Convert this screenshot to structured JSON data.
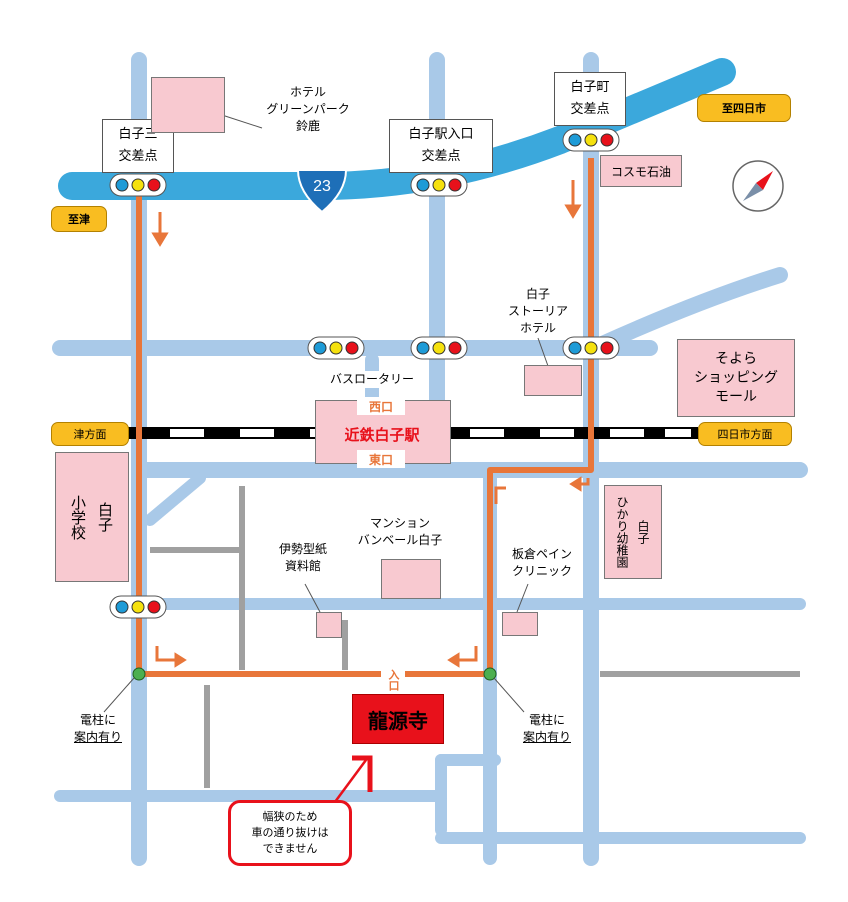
{
  "highway": {
    "number": "23"
  },
  "intersections": {
    "shiroko_san": {
      "line1": "白子三",
      "line2": "交差点"
    },
    "shiroko_eki_iriguchi": {
      "line1": "白子駅入口",
      "line2": "交差点"
    },
    "shiroko_cho": {
      "line1": "白子町",
      "line2": "交差点"
    }
  },
  "directions": {
    "to_tsu": "至津",
    "to_yokkaichi": "至四日市",
    "tsu_side": "津方面",
    "yokkaichi_side": "四日市方面"
  },
  "station": {
    "name": "近鉄白子駅",
    "west_exit": "西口",
    "east_exit": "東口",
    "bus_rotary": "バスロータリー"
  },
  "landmarks": {
    "hotel_green_park": [
      "ホテル",
      "グリーンパーク",
      "鈴鹿"
    ],
    "cosmo_oil": "コスモ石油",
    "story_hotel": [
      "白子",
      "ストーリア",
      "ホテル"
    ],
    "soyora_mall": [
      "そよら",
      "ショッピング",
      "モール"
    ],
    "elementary_school": {
      "line1": "白子",
      "line2": "小学校"
    },
    "kindergarten": {
      "line1": "白子",
      "line2": "ひかり幼稚園"
    },
    "ise_katagami": [
      "伊勢型紙",
      "資料館"
    ],
    "mansion": [
      "マンション",
      "バンベール白子"
    ],
    "itakura_clinic": [
      "板倉ペイン",
      "クリニック"
    ]
  },
  "destination": {
    "name": "龍源寺",
    "entrance": "入口"
  },
  "notes": {
    "pole_left": [
      "電柱に",
      "案内有り"
    ],
    "pole_right": [
      "電柱に",
      "案内有り"
    ],
    "narrow_warning": [
      "幅狭のため",
      "車の通り抜けは",
      "できません"
    ]
  },
  "colors": {
    "road": "#a9c9e8",
    "highway": "#3ba8dc",
    "route": "#e8763a",
    "building": "#f8c9d0",
    "temple": "#e8111b",
    "direction_label": "#f9bd21",
    "gray_road": "#a0a0a0"
  }
}
